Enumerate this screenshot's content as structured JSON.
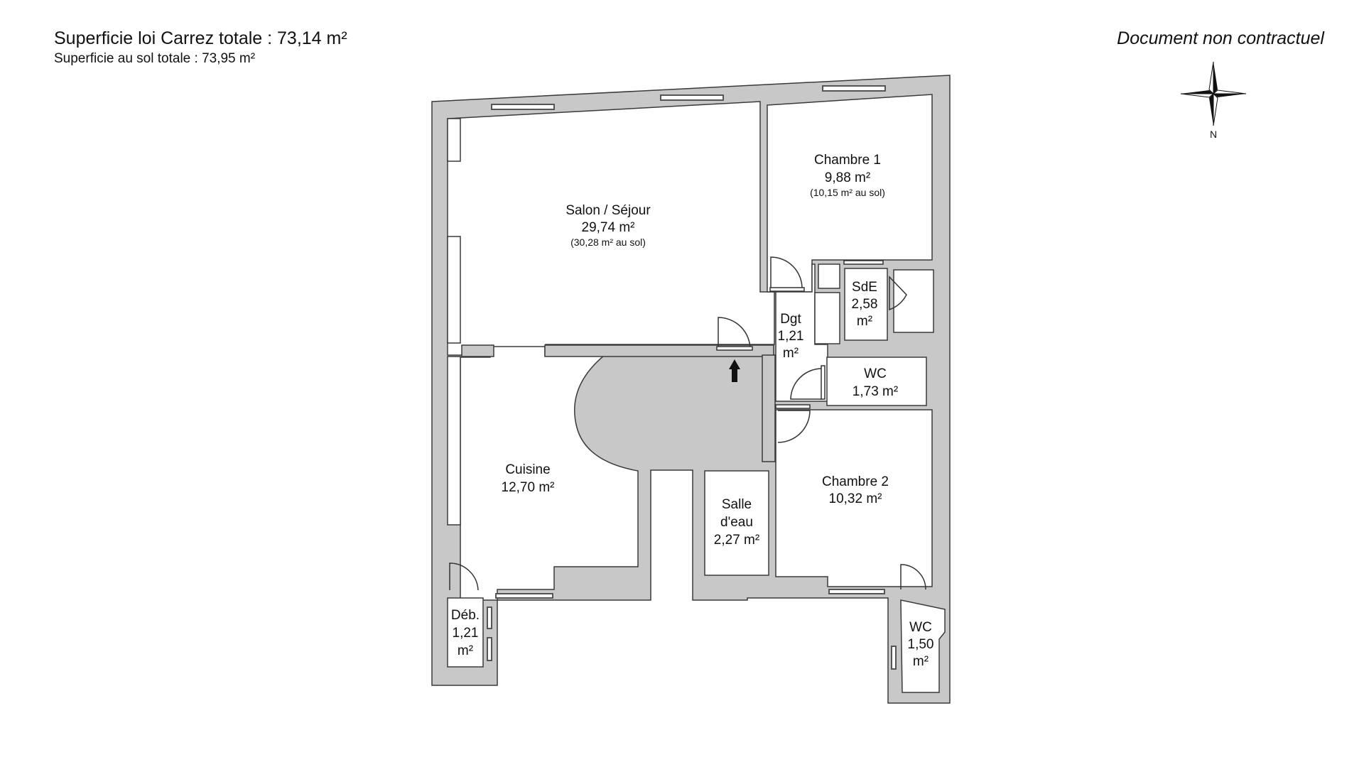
{
  "header": {
    "total_carrez": "Superficie loi Carrez totale : 73,14 m²",
    "total_floor": "Superficie au sol totale : 73,95 m²",
    "disclaimer": "Document non contractuel"
  },
  "compass": {
    "label": "N"
  },
  "rooms": {
    "salon": {
      "name": "Salon / Séjour",
      "area": "29,74 m²",
      "floor": "(30,28 m² au sol)"
    },
    "chambre1": {
      "name": "Chambre 1",
      "area": "9,88 m²",
      "floor": "(10,15 m² au sol)"
    },
    "sde": {
      "line1": "SdE",
      "line2": "2,58",
      "line3": "m²"
    },
    "dgt": {
      "line1": "Dgt",
      "line2": "1,21",
      "line3": "m²"
    },
    "wc1": {
      "name": "WC",
      "area": "1,73 m²"
    },
    "cuisine": {
      "name": "Cuisine",
      "area": "12,70 m²"
    },
    "salle_eau": {
      "line1": "Salle",
      "line2": "d'eau",
      "line3": "2,27 m²"
    },
    "chambre2": {
      "name": "Chambre 2",
      "area": "10,32 m²"
    },
    "deb": {
      "line1": "Déb.",
      "line2": "1,21",
      "line3": "m²"
    },
    "wc2": {
      "line1": "WC",
      "line2": "1,50",
      "line3": "m²"
    }
  },
  "colors": {
    "wall_fill": "#c8c8c8",
    "wall_stroke": "#3a3a3a",
    "window": "#555555"
  }
}
